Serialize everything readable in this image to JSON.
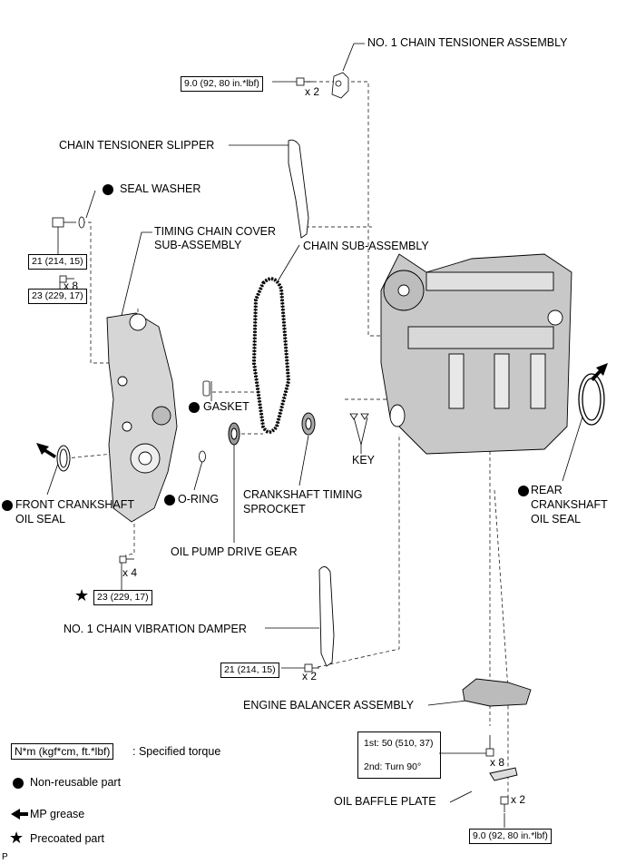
{
  "title": "",
  "torques": {
    "tensioner": "9.0 (92, 80 in.*lbf)",
    "seal_washer_bolt": "21 (214, 15)",
    "cover_bolt_x8": "23 (229, 17)",
    "cover_bolt_x4": "23 (229, 17)",
    "damper_bolt": "21 (214, 15)",
    "balancer_1st": "1st: 50 (510, 37)",
    "balancer_2nd": "2nd: Turn 90°",
    "baffle": "9.0 (92, 80 in.*lbf)"
  },
  "counts": {
    "tensioner": "x 2",
    "cover_x8": "x 8",
    "cover_x4": "x 4",
    "damper": "x 2",
    "balancer": "x 8",
    "baffle": "x 2"
  },
  "labels": {
    "chain_tensioner": "NO. 1 CHAIN TENSIONER ASSEMBLY",
    "tensioner_slipper": "CHAIN TENSIONER SLIPPER",
    "seal_washer": "SEAL WASHER",
    "timing_cover_1": "TIMING CHAIN COVER",
    "timing_cover_2": "SUB-ASSEMBLY",
    "chain_sub": "CHAIN SUB-ASSEMBLY",
    "gasket": "GASKET",
    "key": "KEY",
    "front_seal_1": "FRONT CRANKSHAFT",
    "front_seal_2": "OIL SEAL",
    "o_ring": "O-RING",
    "crank_sprocket_1": "CRANKSHAFT TIMING",
    "crank_sprocket_2": "SPROCKET",
    "rear_seal_1": "REAR",
    "rear_seal_2": "CRANKSHAFT",
    "rear_seal_3": "OIL SEAL",
    "pump_gear": "OIL PUMP DRIVE GEAR",
    "vibration_damper": "NO. 1 CHAIN VIBRATION DAMPER",
    "balancer": "ENGINE BALANCER ASSEMBLY",
    "baffle": "OIL BAFFLE PLATE"
  },
  "legend": {
    "torque_box": "N*m (kgf*cm, ft.*lbf)",
    "torque_text": ": Specified torque",
    "non_reusable": "Non-reusable part",
    "mp_grease": "MP grease",
    "precoated": "Precoated part"
  },
  "corner_mark": "P"
}
